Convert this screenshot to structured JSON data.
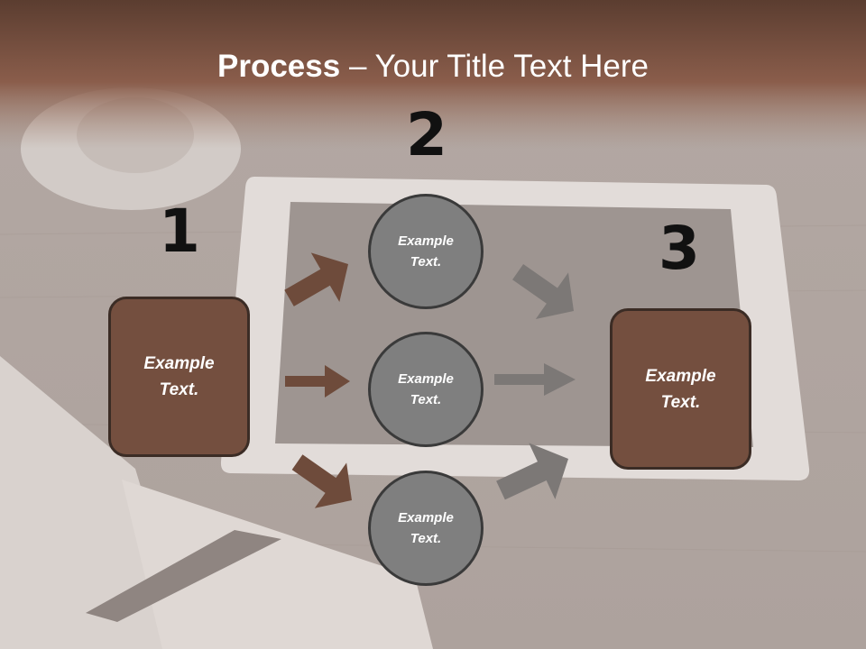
{
  "title": {
    "strong": "Process",
    "rest": " – Your Title Text Here"
  },
  "steps": {
    "one": "1",
    "two": "2",
    "three": "3"
  },
  "left_box": {
    "line1": "Example",
    "line2": "Text."
  },
  "right_box": {
    "line1": "Example",
    "line2": "Text."
  },
  "circles": [
    {
      "line1": "Example",
      "line2": "Text."
    },
    {
      "line1": "Example",
      "line2": "Text."
    },
    {
      "line1": "Example",
      "line2": "Text."
    }
  ],
  "colors": {
    "brown": "#744f3f",
    "gray": "#7f7f7f",
    "header": "#7e5242"
  }
}
